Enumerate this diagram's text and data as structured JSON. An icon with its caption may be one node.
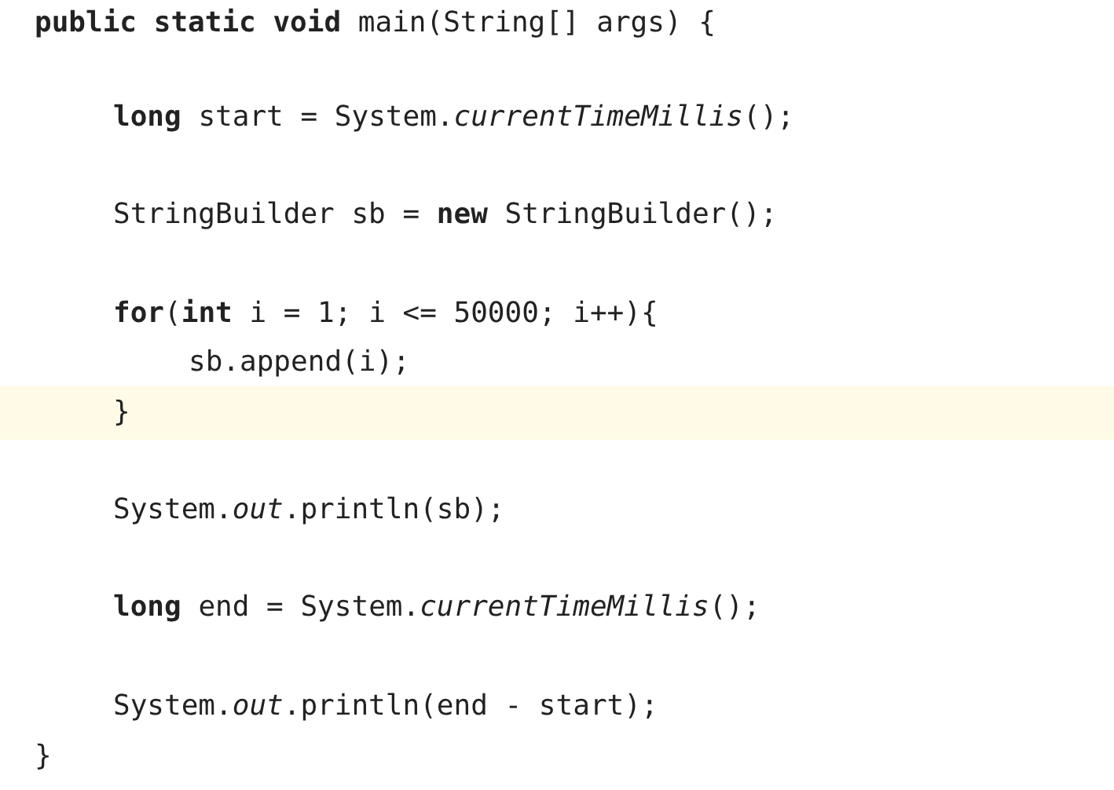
{
  "diagram": {
    "labels": [
      "**public static void** main(String[] args) {",
      "**long** start = System.*currentTimeMillis*();",
      "StringBuilder sb = **new** StringBuilder();",
      "**for**(**int** i = 1; i <= 50000; i++){",
      "sb.append(i);",
      "}",
      "System.*out*.println(sb);",
      "**long** end = System.*currentTimeMillis*();",
      "System.*out*.println(end - start);",
      "}"
    ]
  }
}
